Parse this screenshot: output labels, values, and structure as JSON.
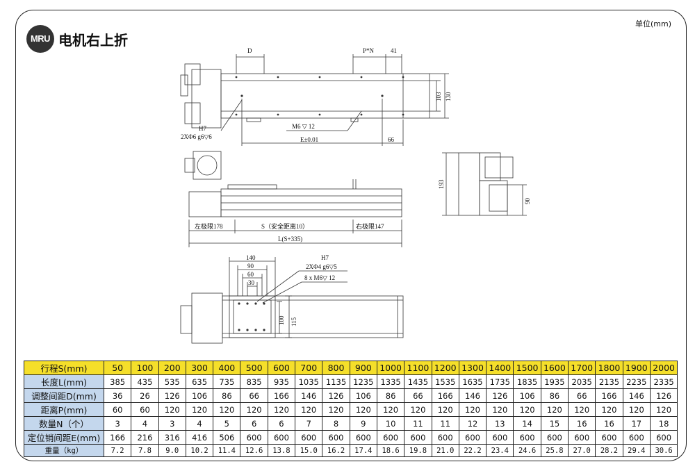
{
  "header": {
    "logo_text": "MRU",
    "title": "电机右上折",
    "unit": "单位(mm)"
  },
  "drawing": {
    "top_view": {
      "dim_D": "D",
      "dim_PN": "P*N",
      "dim_41": "41",
      "dim_103": "103",
      "dim_130": "130",
      "hole_note_tol": "H7",
      "hole_note": "2XΦ6 g6▽6",
      "thread_note": "M6 ▽ 12",
      "dim_E": "E±0.01",
      "dim_66": "66"
    },
    "side_view": {
      "left_limit": "左极限178",
      "stroke": "S（安全距离10）",
      "right_limit": "右极限147",
      "total_length": "L(S+335)"
    },
    "end_view": {
      "dim_193": "193",
      "dim_90": "90"
    },
    "carriage_view": {
      "dim_140": "140",
      "dim_90": "90",
      "dim_60": "60",
      "dim_30": "30",
      "hole_note_tol": "H7",
      "hole_note": "2XΦ4 g6▽5",
      "thread_note": "8 x  M6▽ 12",
      "dim_100": "100",
      "dim_115": "115"
    }
  },
  "table": {
    "rows": [
      {
        "label": "行程S(mm)",
        "values": [
          "50",
          "100",
          "200",
          "300",
          "400",
          "500",
          "600",
          "700",
          "800",
          "900",
          "1000",
          "1100",
          "1200",
          "1300",
          "1400",
          "1500",
          "1600",
          "1700",
          "1800",
          "1900",
          "2000"
        ]
      },
      {
        "label": "长度L(mm)",
        "values": [
          "385",
          "435",
          "535",
          "635",
          "735",
          "835",
          "935",
          "1035",
          "1135",
          "1235",
          "1335",
          "1435",
          "1535",
          "1635",
          "1735",
          "1835",
          "1935",
          "2035",
          "2135",
          "2235",
          "2335"
        ]
      },
      {
        "label": "调整间距D(mm)",
        "values": [
          "36",
          "26",
          "126",
          "106",
          "86",
          "66",
          "166",
          "146",
          "126",
          "106",
          "86",
          "66",
          "166",
          "146",
          "126",
          "106",
          "86",
          "66",
          "166",
          "146",
          "126"
        ]
      },
      {
        "label": "距离P(mm)",
        "values": [
          "60",
          "60",
          "120",
          "120",
          "120",
          "120",
          "120",
          "120",
          "120",
          "120",
          "120",
          "120",
          "120",
          "120",
          "120",
          "120",
          "120",
          "120",
          "120",
          "120",
          "120"
        ]
      },
      {
        "label": "数量N（个）",
        "values": [
          "3",
          "4",
          "3",
          "4",
          "5",
          "6",
          "6",
          "7",
          "8",
          "9",
          "10",
          "11",
          "11",
          "12",
          "13",
          "14",
          "15",
          "16",
          "16",
          "17",
          "18"
        ]
      },
      {
        "label": "定位销间距E(mm)",
        "values": [
          "166",
          "216",
          "316",
          "416",
          "506",
          "600",
          "600",
          "600",
          "600",
          "600",
          "600",
          "600",
          "600",
          "600",
          "600",
          "600",
          "600",
          "600",
          "600",
          "600",
          "600"
        ]
      },
      {
        "label": "重量（kg）",
        "values": [
          "7.2",
          "7.8",
          "9.0",
          "10.2",
          "11.4",
          "12.6",
          "13.8",
          "15.0",
          "16.2",
          "17.4",
          "18.6",
          "19.8",
          "21.0",
          "22.2",
          "23.4",
          "24.6",
          "25.8",
          "27.0",
          "28.2",
          "29.4",
          "30.6"
        ]
      }
    ]
  }
}
